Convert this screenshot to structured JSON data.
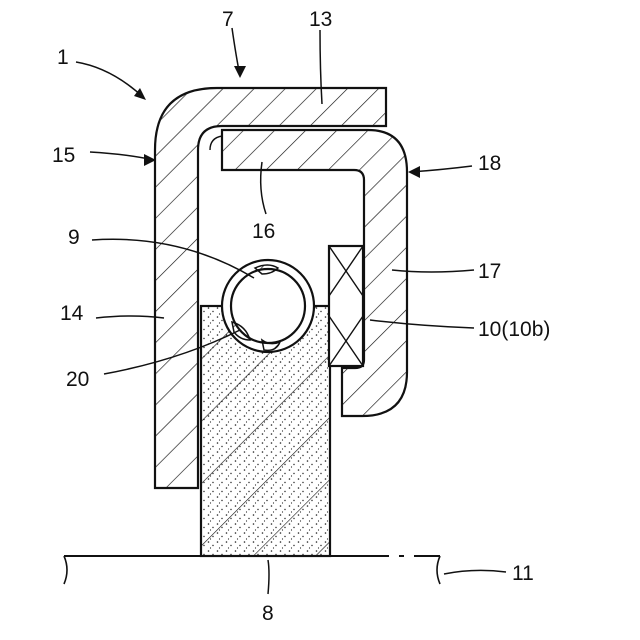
{
  "figure": {
    "labels": {
      "l1": "1",
      "l7": "7",
      "l13": "13",
      "l15": "15",
      "l18": "18",
      "l16": "16",
      "l9": "9",
      "l17": "17",
      "l14": "14",
      "l10": "10(10b)",
      "l20": "20",
      "l11": "11",
      "l8": "8"
    }
  }
}
